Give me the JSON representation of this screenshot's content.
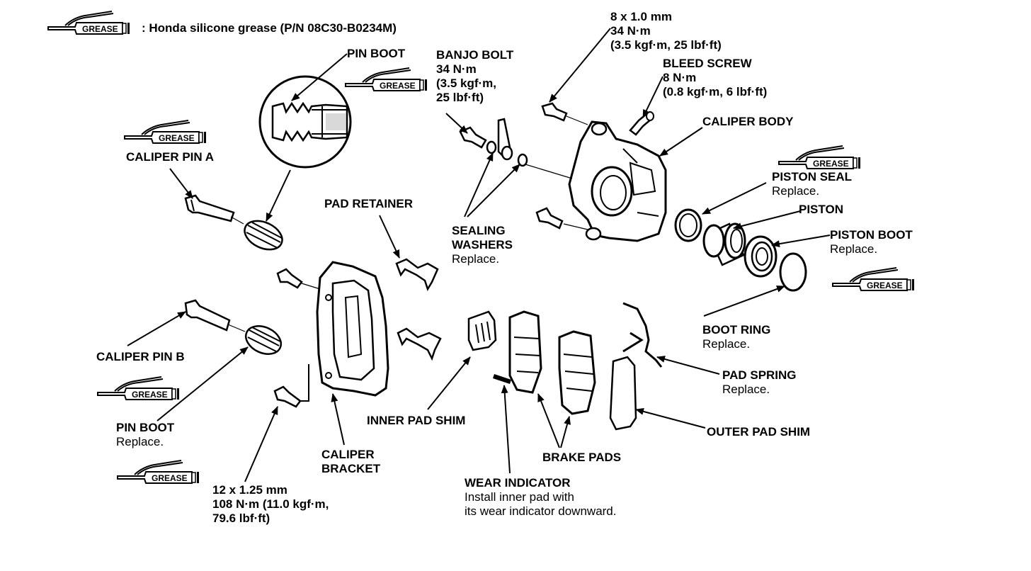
{
  "legend": {
    "grease_tag": "GREASE",
    "text": ": Honda silicone grease (P/N 08C30-B0234M)"
  },
  "labels": {
    "pin_boot_top": "PIN BOOT",
    "banjo_bolt": {
      "title": "BANJO BOLT",
      "line1": "34 N·m",
      "line2": "(3.5 kgf·m,",
      "line3": "25 lbf·ft)"
    },
    "bolt_8x10": {
      "line1": "8 x 1.0 mm",
      "line2": "34 N·m",
      "line3": "(3.5 kgf·m, 25 lbf·ft)"
    },
    "bleed_screw": {
      "title": "BLEED SCREW",
      "line1": "8 N·m",
      "line2": "(0.8 kgf·m, 6 lbf·ft)"
    },
    "caliper_body": "CALIPER BODY",
    "caliper_pin_a": "CALIPER PIN A",
    "pad_retainer": "PAD RETAINER",
    "sealing_washers": {
      "line1": "SEALING",
      "line2": "WASHERS",
      "note": "Replace."
    },
    "piston_seal": {
      "title": "PISTON SEAL",
      "note": "Replace."
    },
    "piston": "PISTON",
    "piston_boot": {
      "title": "PISTON BOOT",
      "note": "Replace."
    },
    "boot_ring": {
      "title": "BOOT RING",
      "note": "Replace."
    },
    "pad_spring": {
      "title": "PAD SPRING",
      "note": "Replace."
    },
    "outer_pad_shim": "OUTER PAD SHIM",
    "caliper_pin_b": "CALIPER PIN B",
    "pin_boot_bottom": {
      "title": "PIN BOOT",
      "note": "Replace."
    },
    "inner_pad_shim": "INNER PAD SHIM",
    "caliper_bracket": {
      "line1": "CALIPER",
      "line2": "BRACKET"
    },
    "brake_pads": "BRAKE PADS",
    "bolt_12x125": {
      "line1": "12 x 1.25 mm",
      "line2": "108 N·m (11.0 kgf·m,",
      "line3": "79.6 lbf·ft)"
    },
    "wear_indicator": {
      "title": "WEAR INDICATOR",
      "line1": "Install inner pad with",
      "line2": "its wear indicator downward."
    }
  }
}
